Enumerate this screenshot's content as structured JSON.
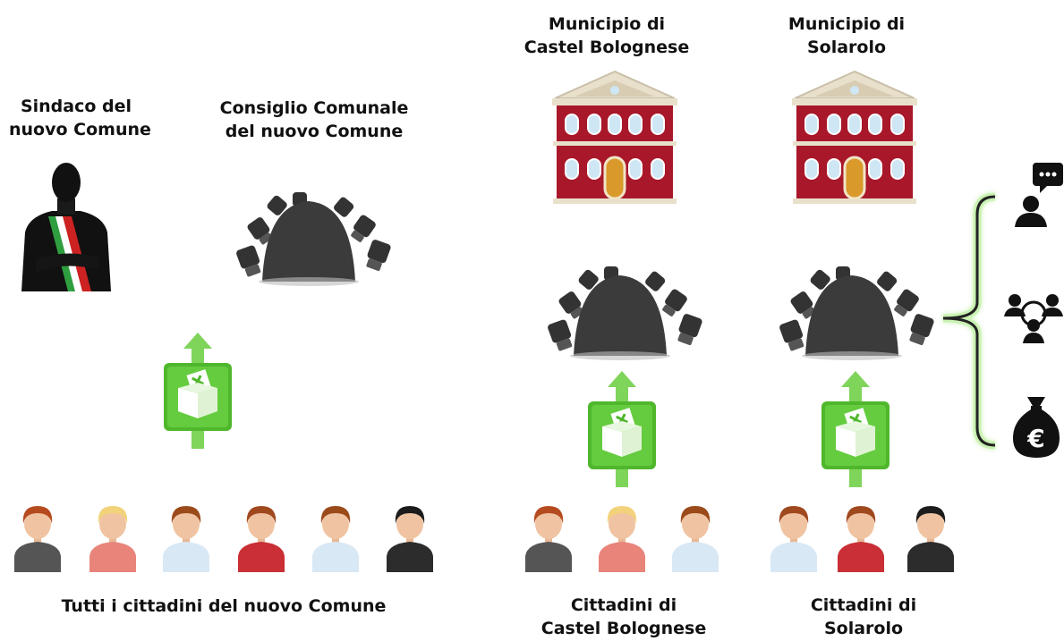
{
  "left_section": {
    "mayor_label": [
      "Sindaco del",
      "nuovo Comune"
    ],
    "council_label": [
      "Consiglio Comunale",
      "del nuovo Comune"
    ],
    "citizens_label": "Tutti i cittadini del nuovo Comune"
  },
  "right_section": {
    "town_hall_castel_label": [
      "Municipio di",
      "Castel Bolognese"
    ],
    "town_hall_solarolo_label": [
      "Municipio di",
      "Solarolo"
    ],
    "citizens_castel_label": [
      "Cittadini di",
      "Castel Bolognese"
    ],
    "citizens_solarolo_label": [
      "Cittadini di",
      "Solarolo"
    ]
  },
  "icons": {
    "mayor": "mayor-silhouette-icon",
    "council": "council-table-icon",
    "town_hall": "town-hall-building-icon",
    "vote": "ballot-box-vote-icon",
    "citizen": "citizen-avatar-icon",
    "participation": "speaking-person-icon",
    "meeting": "group-meeting-icon",
    "money": "euro-money-bag-icon"
  },
  "colors": {
    "building": "#a8182a",
    "roof": "#e9e0cc",
    "vote_green": "#5fc23a",
    "table": "#3a3a3a",
    "bracket_glow": "#8ee05b"
  }
}
